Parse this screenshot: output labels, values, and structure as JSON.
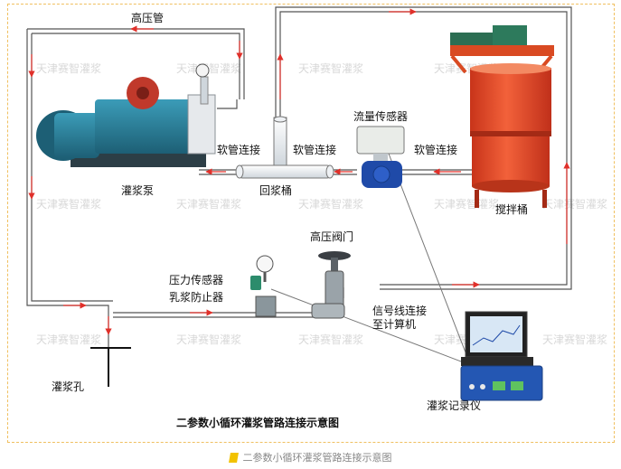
{
  "diagram": {
    "title": "二参数小循环灌浆管路连接示意图",
    "labels": {
      "high_pressure_pipe": "高压管",
      "hose_conn_1": "软管连接",
      "hose_conn_2": "软管连接",
      "hose_conn_3": "软管连接",
      "flow_sensor": "流量传感器",
      "grout_pump": "灌浆泵",
      "return_tank": "回浆桶",
      "mixer": "搅拌桶",
      "high_pressure_valve": "高压阀门",
      "pressure_sensor": "压力传感器",
      "slurry_stopper": "乳浆防止器",
      "signal_line_1": "信号线连接",
      "signal_line_2": "至计算机",
      "grout_hole": "灌浆孔",
      "recorder": "灌浆记录仪"
    },
    "watermark": "天津赛智灌浆"
  },
  "caption": {
    "text": "二参数小循环灌浆管路连接示意图"
  },
  "colors": {
    "pipe": "#555555",
    "flow_arrow": "#e0302a",
    "pump_body": "#2a7f9a",
    "mixer_body": "#e8471e",
    "frame_border": "#f0c060"
  }
}
